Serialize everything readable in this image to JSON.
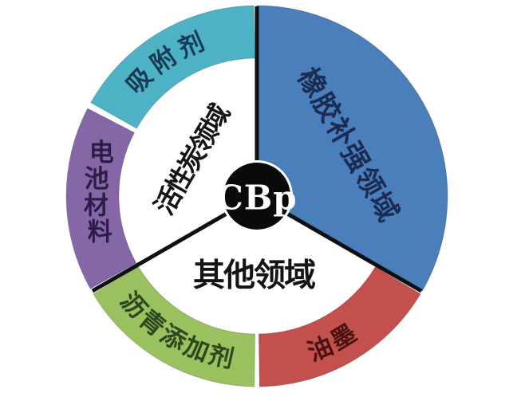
{
  "figure": {
    "type": "donut-sector-diagram",
    "background": "#ffffff",
    "center": {
      "label": "CBp",
      "bg_color": "#0a0a0a",
      "text_color": "#ffffff"
    },
    "sectors": [
      {
        "id": "rubber",
        "label": "橡胶补强领域",
        "fill": "#4a7fbc",
        "text_color": "#1b2c52",
        "start": 0,
        "end": 120,
        "filled": true
      },
      {
        "id": "other",
        "label": "其他领域",
        "fill": "#ffffff",
        "text_color": "#141414",
        "start": 120,
        "end": 240,
        "filled": false
      },
      {
        "id": "carbon",
        "label": "活性炭领域",
        "fill": "#ffffff",
        "text_color": "#141414",
        "start": 240,
        "end": 360,
        "filled": false
      }
    ],
    "ring_segments": [
      {
        "id": "ink",
        "label": "油墨",
        "fill": "#c4504d",
        "text_color": "#4a1311",
        "start": 120.9,
        "end": 179.2,
        "char_angles": [
          157.5,
          148.5
        ],
        "char_mode": "inward"
      },
      {
        "id": "asphalt",
        "label": "沥青添加剂",
        "fill": "#9ac060",
        "text_color": "#2d481c",
        "start": 180.8,
        "end": 239.1,
        "char_angles": [
          228.5,
          219.5,
          210.5,
          201.5,
          192.5
        ],
        "char_mode": "inward"
      },
      {
        "id": "battery",
        "label": "电池材料",
        "fill": "#8567a8",
        "text_color": "#2c1d46",
        "start": 240.9,
        "end": 297.4,
        "char_angles": [
          285.5,
          276,
          266.5,
          257
        ],
        "char_mode": "upright"
      },
      {
        "id": "adsorbent",
        "label": "吸附剂",
        "fill": "#4db2c5",
        "text_color": "#173a54",
        "start": 299.4,
        "end": 359.1,
        "char_angles": [
          314.5,
          325.5,
          336.5
        ],
        "char_mode": "outward"
      }
    ],
    "divider_color": "#101010"
  }
}
